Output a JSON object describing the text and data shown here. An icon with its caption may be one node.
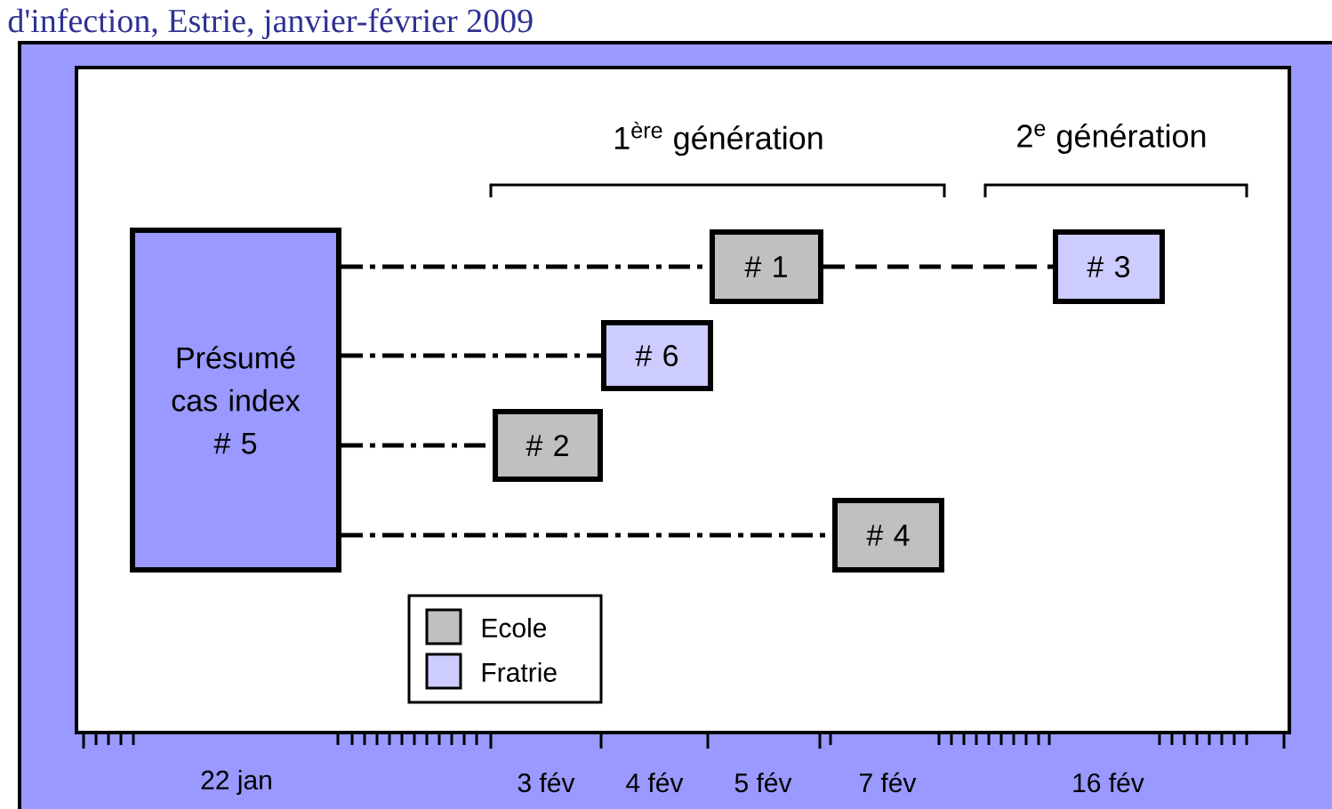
{
  "diagram": {
    "title": "d'infection, Estrie, janvier-février 2009",
    "nodes": [
      {
        "text": [
          "Présumé cas index # 5"
        ]
      },
      {
        "text": [
          "# 1"
        ]
      },
      {
        "text": [
          "# 3"
        ]
      },
      {
        "text": [
          "# 6"
        ]
      },
      {
        "text": [
          "# 2"
        ]
      },
      {
        "text": [
          "# 4"
        ]
      }
    ],
    "edges": [
      {
        "from": 0,
        "to": 1,
        "arrow": "none"
      },
      {
        "from": 1,
        "to": 2,
        "arrow": "none",
        "style": "dashed"
      },
      {
        "from": 0,
        "to": 3,
        "arrow": "none"
      },
      {
        "from": 0,
        "to": 4,
        "arrow": "none"
      },
      {
        "from": 0,
        "to": 5,
        "arrow": "none"
      }
    ],
    "labels": [
      "1$^{ère}$ génération",
      "2$^{e}$ génération",
      "22 jan",
      "3 fév",
      "4 fév",
      "5 fév",
      "7 fév",
      "16 fév"
    ],
    "legend": [
      {
        "text": "Ecole",
        "color": "#c0c0c0"
      },
      {
        "text": "Fratrie",
        "color": "#ccccff"
      }
    ]
  }
}
